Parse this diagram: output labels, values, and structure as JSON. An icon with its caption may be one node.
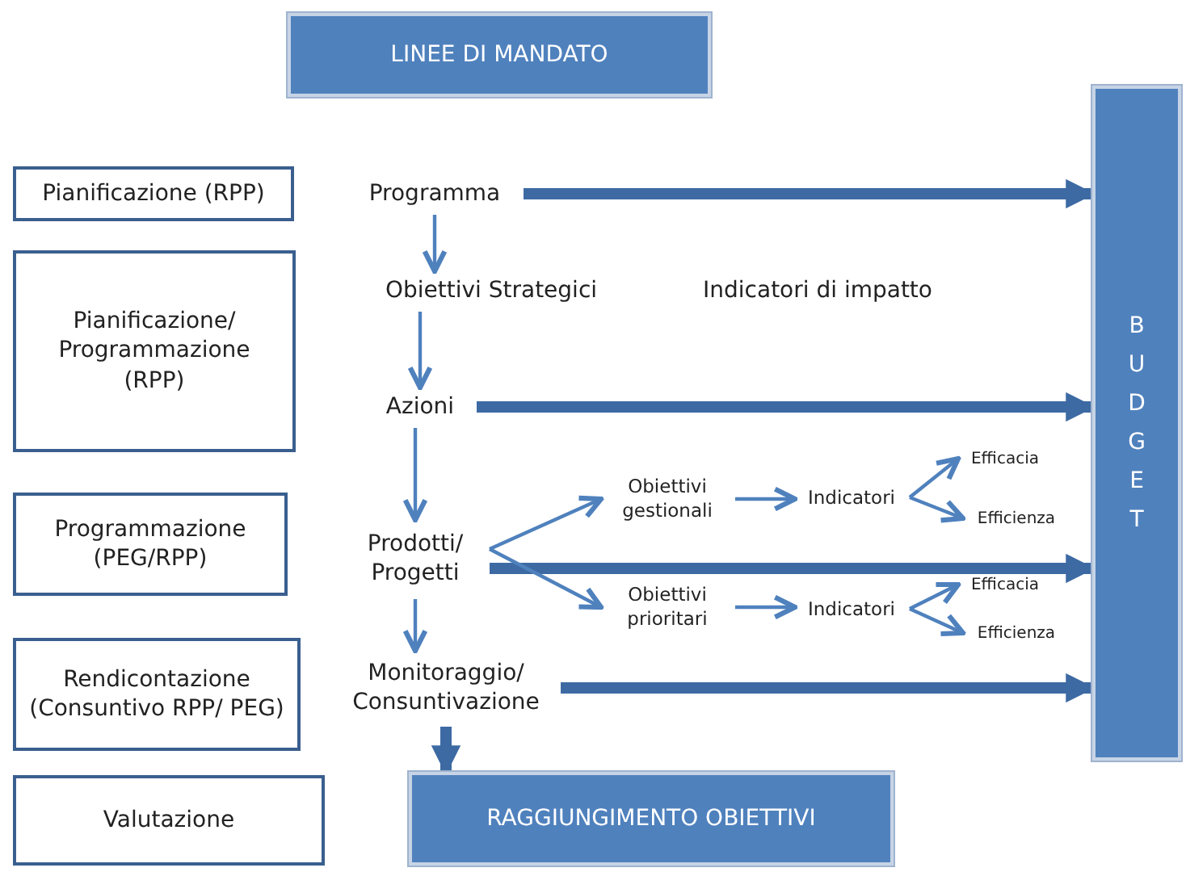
{
  "diagram": {
    "nodes": [
      {
        "text": [
          "LINEE DI MANDATO"
        ]
      },
      {
        "text": [
          "Pianificazione (RPP)"
        ]
      },
      {
        "text": [
          "Programma"
        ]
      },
      {
        "text": [
          "BUDGET"
        ]
      },
      {
        "text": [
          "Pianificazione/ Programmazione (RPP)"
        ]
      },
      {
        "text": [
          "Obiettivi Strategici"
        ]
      },
      {
        "text": [
          "Indicatori di impatto"
        ]
      },
      {
        "text": [
          "Azioni"
        ]
      },
      {
        "text": [
          "Programmazione (PEG/RPP)"
        ]
      },
      {
        "text": [
          "Obiettivi gestionali"
        ]
      },
      {
        "text": [
          "Indicatori"
        ]
      },
      {
        "text": [
          "Efficacia"
        ]
      },
      {
        "text": [
          "Efficienza"
        ]
      },
      {
        "text": [
          "Prodotti/ Progetti"
        ]
      },
      {
        "text": [
          "Obiettivi prioritari"
        ]
      },
      {
        "text": [
          "Indicatori"
        ]
      },
      {
        "text": [
          "Efficacia"
        ]
      },
      {
        "text": [
          "Efficienza"
        ]
      },
      {
        "text": [
          "Rendicontazione (Consuntivo RPP/ PEG)"
        ]
      },
      {
        "text": [
          "Monitoraggio/ Consuntivazione"
        ]
      },
      {
        "text": [
          "Valutazione"
        ]
      },
      {
        "text": [
          "RAGGIUNGIMENTO OBIETTIVI"
        ]
      }
    ],
    "edges": [
      {
        "from": 2,
        "to": 3,
        "arrow": "to",
        "style": "thick"
      },
      {
        "from": 2,
        "to": 5,
        "arrow": "to"
      },
      {
        "from": 5,
        "to": 7,
        "arrow": "to"
      },
      {
        "from": 7,
        "to": 3,
        "arrow": "to",
        "style": "thick"
      },
      {
        "from": 7,
        "to": 13,
        "arrow": "to"
      },
      {
        "from": 13,
        "to": 9,
        "arrow": "to"
      },
      {
        "from": 9,
        "to": 10,
        "arrow": "to"
      },
      {
        "from": 10,
        "to": 11,
        "arrow": "to"
      },
      {
        "from": 10,
        "to": 12,
        "arrow": "to"
      },
      {
        "from": 13,
        "to": 3,
        "arrow": "to",
        "style": "thick"
      },
      {
        "from": 13,
        "to": 14,
        "arrow": "to"
      },
      {
        "from": 14,
        "to": 15,
        "arrow": "to"
      },
      {
        "from": 15,
        "to": 16,
        "arrow": "to"
      },
      {
        "from": 15,
        "to": 17,
        "arrow": "to"
      },
      {
        "from": 13,
        "to": 19,
        "arrow": "to"
      },
      {
        "from": 19,
        "to": 3,
        "arrow": "to",
        "style": "thick"
      },
      {
        "from": 19,
        "to": 21,
        "arrow": "to",
        "style": "thick"
      }
    ]
  }
}
